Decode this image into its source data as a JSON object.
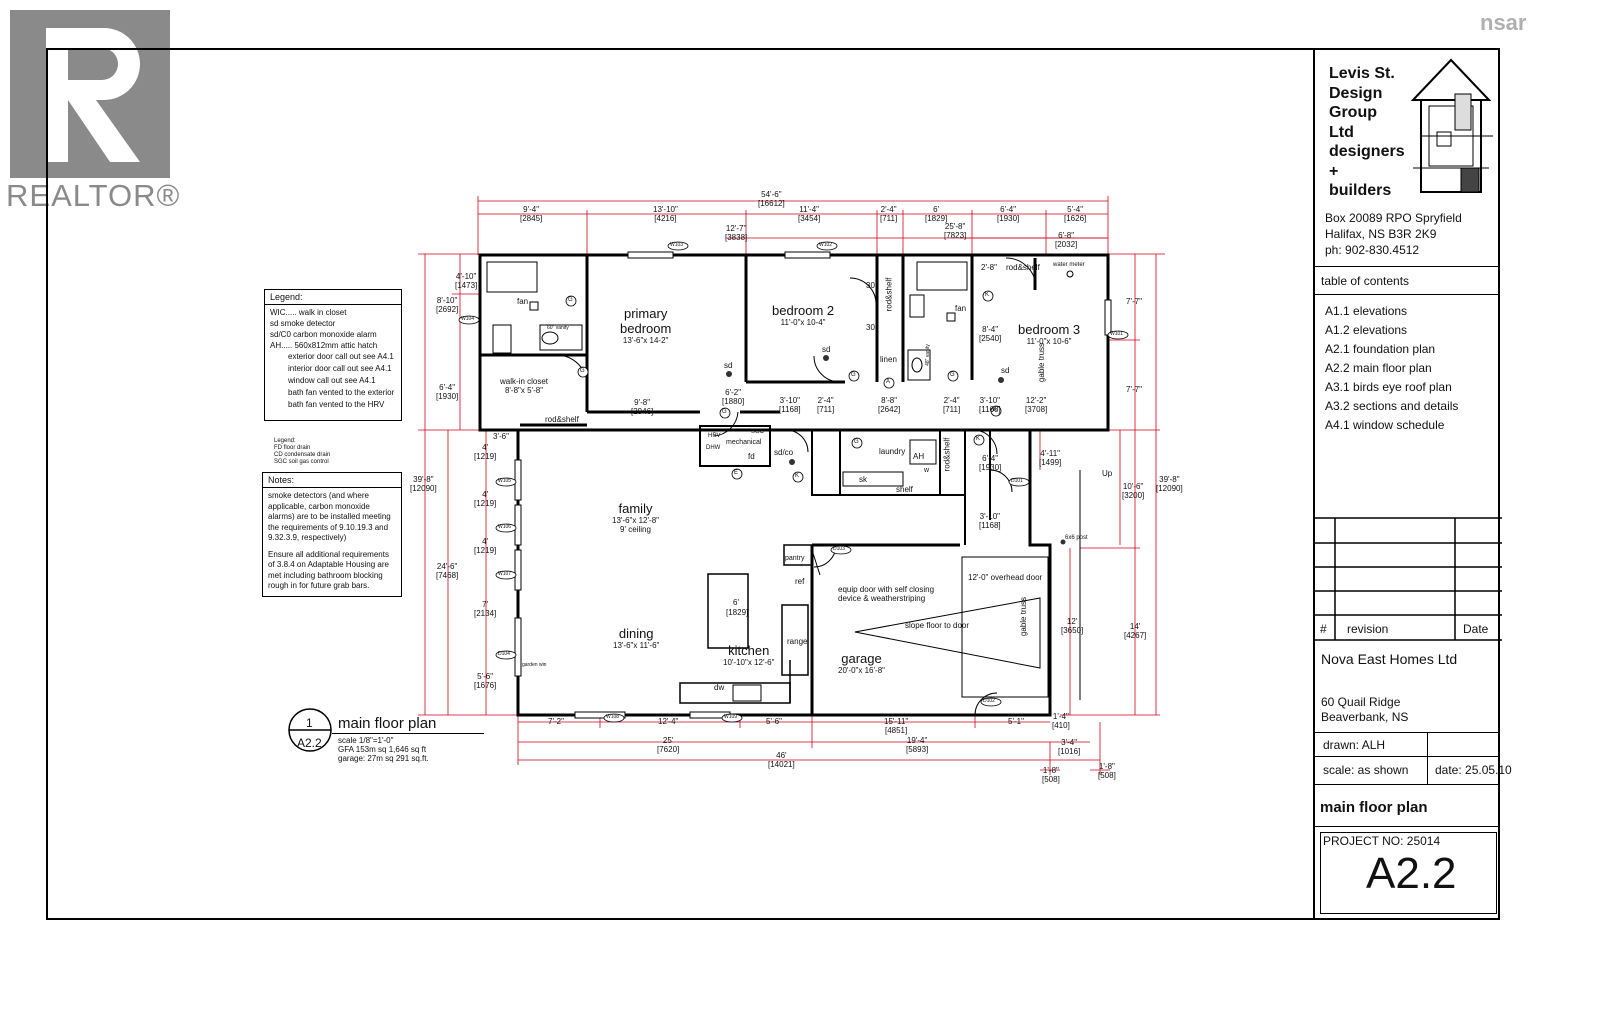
{
  "brand": {
    "realtor": "REALTOR®",
    "nsar": "nsar"
  },
  "title_block": {
    "firm_lines": [
      "Levis St.",
      "Design",
      "Group",
      "Ltd",
      "designers",
      "+",
      "builders"
    ],
    "address_lines": [
      "Box 20089 RPO Spryfield",
      "Halifax, NS B3R 2K9",
      "ph: 902-830.4512"
    ],
    "toc_title": "table of contents",
    "toc_items": [
      "A1.1 elevations",
      "A1.2 elevations",
      "A2.1 foundation plan",
      "A2.2 main floor plan",
      "A3.1 birds eye roof plan",
      "A3.2 sections and details",
      "A4.1 window schedule"
    ],
    "revision_hash": "#",
    "revision_label": "revision",
    "revision_date": "Date",
    "client": "Nova East Homes Ltd",
    "site_lines": [
      "60 Quail Ridge",
      "Beaverbank, NS"
    ],
    "drawn": "drawn:  ALH",
    "scale": "scale: as shown",
    "date": "date: 25.05.10",
    "sheet_title": "main floor plan",
    "project_no": "PROJECT NO:  25014",
    "sheet_no": "A2.2"
  },
  "plan_title": {
    "num": "1",
    "sheet": "A2.2",
    "name": "main floor plan",
    "notes": [
      "scale 1/8\"=1'-0\"",
      "GFA 153m sq 1,646 sq ft",
      "garage: 27m sq 291 sq.ft."
    ]
  },
  "legend": {
    "title": "Legend:",
    "items": [
      "WIC..... walk in closet",
      "sd     smoke detector",
      "sd/C0   carbon monoxide alarm",
      "AH..... 560x812mm attic hatch",
      "exterior door call out see A4.1",
      "interior door call out see A4.1",
      "window call out see A4.1",
      "bath fan vented to the exterior",
      "bath fan vented to the HRV"
    ],
    "small_title": "Legend:",
    "small_items": [
      "FD floor drain",
      "CD condensate drain",
      "SGC soil gas control"
    ]
  },
  "notes": {
    "title": "Notes:",
    "para1": "smoke detectors (and where applicable, carbon monoxide alarms) are to be installed meeting the requirements of 9.10.19.3 and 9.32.3.9, respectively)",
    "para2": "Ensure all additional requirements of 3.8.4 on Adaptable Housing are met including bathroom blocking rough in for future grab bars."
  },
  "rooms": {
    "primary": {
      "name1": "primary",
      "name2": "bedroom",
      "dims": "13'-6\"x 14-2\""
    },
    "bedroom2": {
      "name": "bedroom 2",
      "dims": "11'-0\"x 10-4\""
    },
    "bedroom3": {
      "name": "bedroom 3",
      "dims": "11'-0\"x 10-6\""
    },
    "wic": {
      "name": "walk-in closet",
      "dims": "8'-8\"x 5'-8\""
    },
    "family": {
      "name": "family",
      "dims": "13'-6\"x 12'-8\"",
      "ceiling": "9' ceiling"
    },
    "dining": {
      "name": "dining",
      "dims": "13'-6\"x 11'-6\""
    },
    "kitchen": {
      "name": "kitchen",
      "dims": "10'-10\"x 12'-6\""
    },
    "garage": {
      "name": "garage",
      "dims": "20'-0\"x 16'-8\""
    },
    "laundry": "laundry",
    "mechanical": "mechanical",
    "pantry": "pantry"
  },
  "labels": {
    "rod_shelf": "rod&shelf",
    "linen": "linen",
    "shelf": "shelf",
    "sk": "sk",
    "ah": "AH",
    "w": "w",
    "ref": "ref",
    "range": "range",
    "dw": "dw",
    "fan": "fan",
    "sd": "sd",
    "sdco": "sd/co",
    "fd": "fd",
    "hrv": "HRV",
    "dhw": "DHW",
    "sgc": "SGC",
    "water_meter": "water meter",
    "overhead_door": "12'-0\" overhead door",
    "equip_door": "equip door with self closing device & weatherstriping",
    "slope": "slope floor to door",
    "gable_truss": "gable truss",
    "up": "Up",
    "post": "6x6 post",
    "garden": "garden win",
    "island": "6'",
    "island_mm": "[1829]",
    "vanity": "60\" vanity",
    "vanity2": "48\" vanity",
    "thirty": "30"
  },
  "dims_top": [
    {
      "ft": "54'-6\"",
      "mm": "[16612]"
    },
    {
      "ft": "9'-4\"",
      "mm": "[2845]"
    },
    {
      "ft": "13'-10\"",
      "mm": "[4216]"
    },
    {
      "ft": "11'-4\"",
      "mm": "[3454]"
    },
    {
      "ft": "2'-4\"",
      "mm": "[711]"
    },
    {
      "ft": "6'",
      "mm": "[1829]"
    },
    {
      "ft": "6'-4\"",
      "mm": "[1930]"
    },
    {
      "ft": "5'-4\"",
      "mm": "[1626]"
    },
    {
      "ft": "12'-7\"",
      "mm": "[3838]"
    },
    {
      "ft": "25'-8\"",
      "mm": "[7823]"
    },
    {
      "ft": "6'-8\"",
      "mm": "[2032]"
    }
  ],
  "dims_bottom": [
    {
      "ft": "7'-2\""
    },
    {
      "ft": "12'-4\""
    },
    {
      "ft": "5'-6\""
    },
    {
      "ft": "15'-11\"",
      "mm": "[4851]"
    },
    {
      "ft": "5'-1\""
    },
    {
      "ft": "25'",
      "mm": "[7620]"
    },
    {
      "ft": "19'-4\"",
      "mm": "[5893]"
    },
    {
      "ft": "46'",
      "mm": "[14021]"
    },
    {
      "ft": "1'-4\"",
      "mm": "[410]"
    },
    {
      "ft": "3'-4\"",
      "mm": "[1016]"
    },
    {
      "ft": "1'-8\"",
      "mm": "[508]"
    },
    {
      "ft": "1'-8\"",
      "mm": "[508]"
    }
  ],
  "dims_left": [
    {
      "ft": "4'-10\"",
      "mm": "[1473]"
    },
    {
      "ft": "8'-10\"",
      "mm": "[2692]"
    },
    {
      "ft": "6'-4\"",
      "mm": "[1930]"
    },
    {
      "ft": "39'-8\"",
      "mm": "[12090]"
    },
    {
      "ft": "24'-6\"",
      "mm": "[7468]"
    },
    {
      "ft": "3'-6\""
    },
    {
      "ft": "4'",
      "mm": "[1219]"
    },
    {
      "ft": "4'",
      "mm": "[1219]"
    },
    {
      "ft": "4'",
      "mm": "[1219]"
    },
    {
      "ft": "7'",
      "mm": "[2134]"
    },
    {
      "ft": "5'-6\"",
      "mm": "[1676]"
    }
  ],
  "dims_right": [
    {
      "ft": "7'-7\""
    },
    {
      "ft": "7'-7\""
    },
    {
      "ft": "39'-8\"",
      "mm": "[12090]"
    },
    {
      "ft": "10'-6\"",
      "mm": "[3200]"
    },
    {
      "ft": "14'",
      "mm": "[4267]"
    },
    {
      "ft": "12'",
      "mm": "[3650]"
    },
    {
      "ft": "4'-11\"",
      "mm": "[1499]"
    },
    {
      "ft": "3'-10\"",
      "mm": "[1168]"
    },
    {
      "ft": "6'-4\"",
      "mm": "[1930]"
    }
  ],
  "dims_mid": [
    {
      "ft": "9'-8\"",
      "mm": "[2946]"
    },
    {
      "ft": "6'-2\"",
      "mm": "[1880]"
    },
    {
      "ft": "3'-10\"",
      "mm": "[1168]"
    },
    {
      "ft": "2'-4\"",
      "mm": "[711]"
    },
    {
      "ft": "8'-8\"",
      "mm": "[2642]"
    },
    {
      "ft": "2'-4\"",
      "mm": "[711]"
    },
    {
      "ft": "3'-10\"",
      "mm": "[1168]"
    },
    {
      "ft": "12'-2\"",
      "mm": "[3708]"
    },
    {
      "ft": "8'-4\"",
      "mm": "[2540]"
    },
    {
      "ft": "2'-8\""
    }
  ],
  "tags": {
    "w101": "W101",
    "w102": "W102",
    "w103": "W103",
    "w104": "W104",
    "w105": "W105",
    "w106": "W106",
    "w107": "W107",
    "w108": "W108",
    "w109": "W109",
    "d101": "D101",
    "d102": "D102",
    "d103": "D103",
    "d104": "D104",
    "g": "G",
    "k": "K",
    "e": "E",
    "a": "A"
  },
  "colors": {
    "dim_red": "#d0021b",
    "line": "#000000",
    "watermark": "#8a8a8a"
  }
}
